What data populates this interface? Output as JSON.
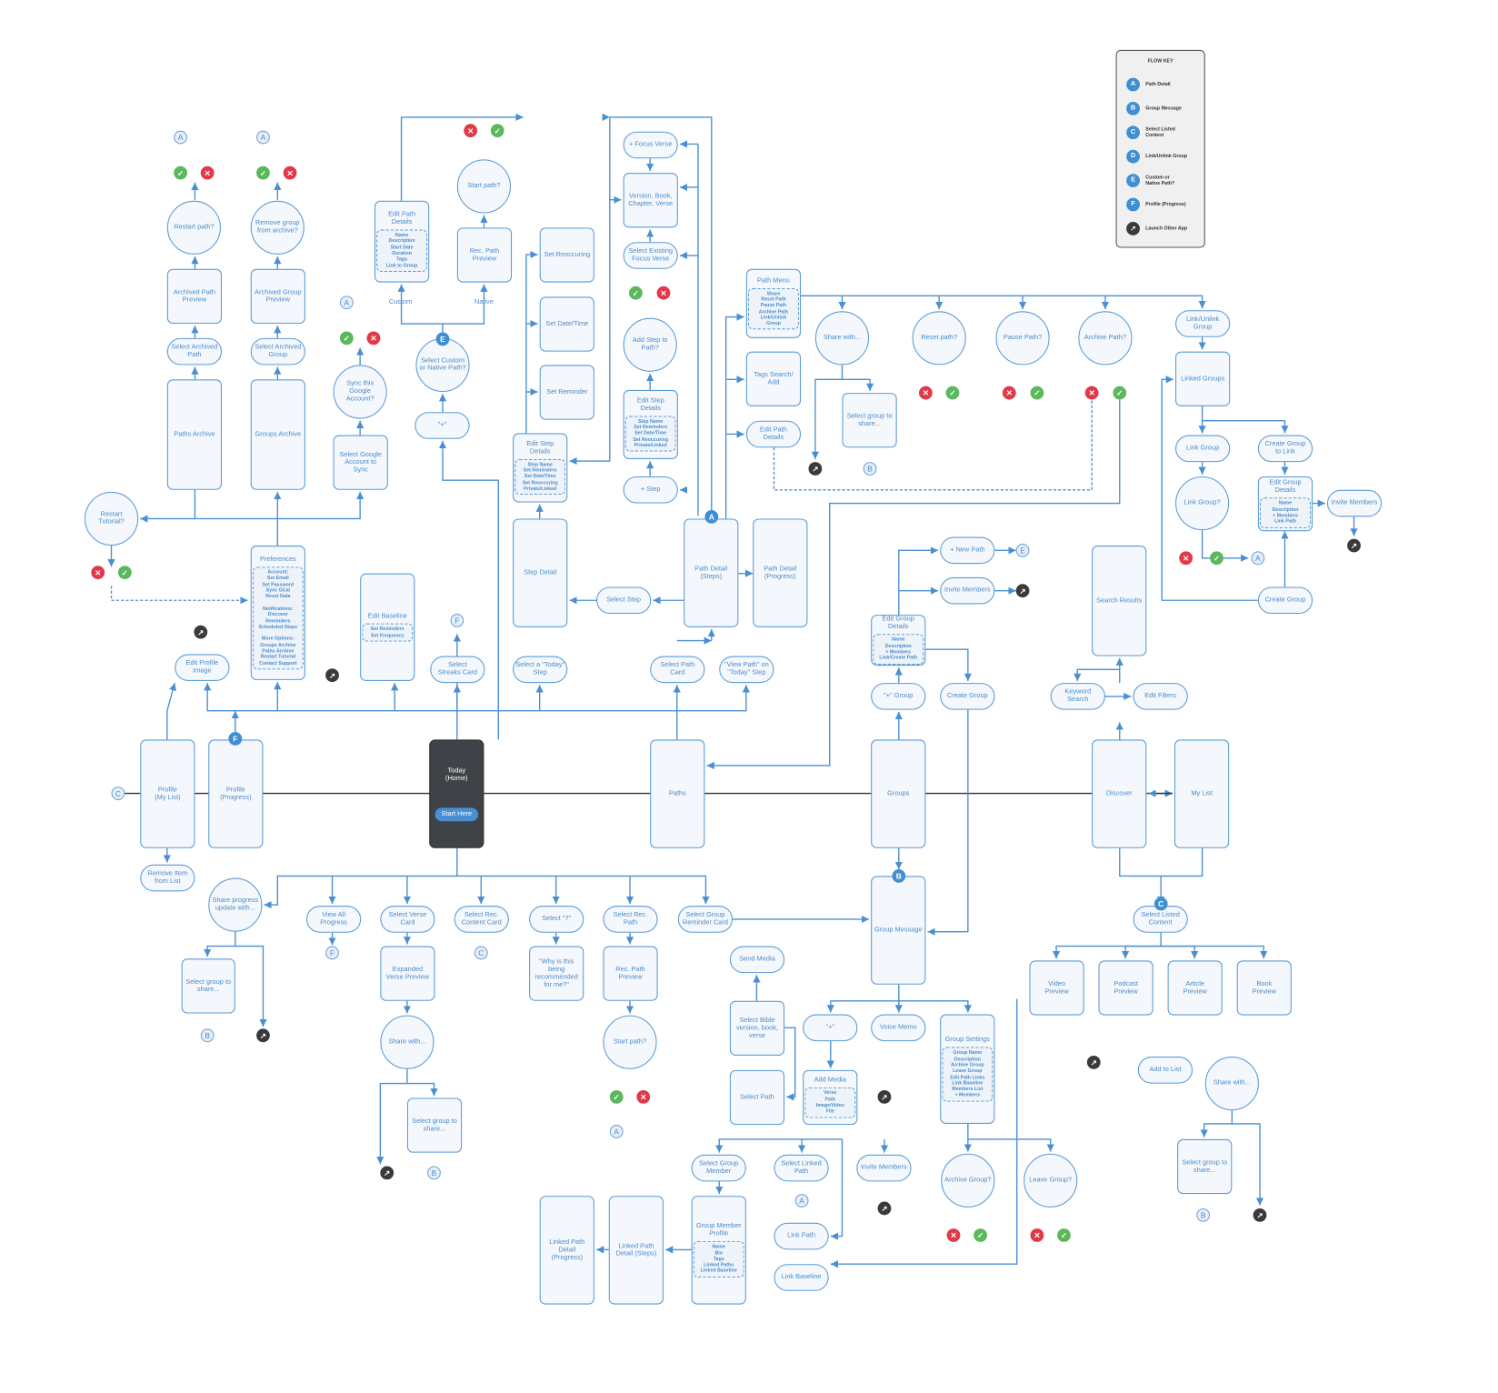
{
  "flow_key": {
    "title": "FLOW KEY",
    "items": [
      {
        "letter": "A",
        "label": "Path Detail"
      },
      {
        "letter": "B",
        "label": "Group Message"
      },
      {
        "letter": "C",
        "label": "Select Listed\nContent"
      },
      {
        "letter": "D",
        "label": "Link/Unlink Group"
      },
      {
        "letter": "E",
        "label": "Custom or\nNative Path?"
      },
      {
        "letter": "F",
        "label": "Profile (Progress)"
      },
      {
        "letter": "launch-icon",
        "label": "Launch Other App"
      }
    ]
  },
  "colors": {
    "accent": "#5b9bd5",
    "node_fill": "#f4f7fc",
    "home": "#3f4246",
    "yes": "#5cb85c",
    "no": "#e0394a"
  },
  "branch_labels": {
    "custom": "Custom",
    "native": "Native"
  },
  "home": {
    "label": "Today\n(Home)",
    "button": "Start Here"
  },
  "nodes": [
    {
      "id": "restart_path",
      "label": "Restart path?"
    },
    {
      "id": "archived_path_preview",
      "label": "Archived Path\nPreview"
    },
    {
      "id": "select_archived_path",
      "label": "Select Archived\nPath"
    },
    {
      "id": "paths_archive",
      "label": "Paths Archive"
    },
    {
      "id": "remove_group",
      "label": "Remove group\nfrom archive?"
    },
    {
      "id": "archived_group_preview",
      "label": "Archived Group\nPreview"
    },
    {
      "id": "select_archived_group",
      "label": "Select Archived\nGroup"
    },
    {
      "id": "groups_archive",
      "label": "Groups Archive"
    },
    {
      "id": "sync_google",
      "label": "Sync this\nGoogle\nAccount?"
    },
    {
      "id": "select_google",
      "label": "Select Google\nAccount to\nSync"
    },
    {
      "id": "restart_tutorial",
      "label": "Restart\nTutorial?"
    },
    {
      "id": "preferences",
      "label": "Preferences",
      "details": "Account:\nSet Email\nSet Password\nSync GCal\nReset Data\n\nNotifications:\nDiscover\nReminders\nScheduled Steps\n\nMore Options:\nGroups Archive\nPaths Archive\nRestart Tutorial\nContact Support"
    },
    {
      "id": "edit_baseline",
      "label": "Edit Baseline",
      "details": "Set Reminders\nSet Frequency"
    },
    {
      "id": "select_streaks",
      "label": "Select\nStreaks Card"
    },
    {
      "id": "edit_profile_image",
      "label": "Edit Profile\nImage"
    },
    {
      "id": "profile_mylist",
      "label": "Profile\n(My List)"
    },
    {
      "id": "profile_progress",
      "label": "Profile\n(Progress)"
    },
    {
      "id": "remove_item",
      "label": "Remove Item\nfrom List"
    },
    {
      "id": "share_progress",
      "label": "Share progress\nupdate with..."
    },
    {
      "id": "select_group_share1",
      "label": "Select group to\nshare..."
    },
    {
      "id": "view_all_progress",
      "label": "View All\nProgress"
    },
    {
      "id": "select_verse_card",
      "label": "Select Verse\nCard"
    },
    {
      "id": "expanded_verse",
      "label": "Expanded\nVerse Preview"
    },
    {
      "id": "share_with2",
      "label": "Share with..."
    },
    {
      "id": "select_group_share2",
      "label": "Select group to\nshare..."
    },
    {
      "id": "select_rec_content",
      "label": "Select Rec.\nContent Card"
    },
    {
      "id": "select_question",
      "label": "Select \"?\""
    },
    {
      "id": "why_recommended",
      "label": "\"Why is this\nbeing\nrecommended\nfor me?\""
    },
    {
      "id": "select_rec_path",
      "label": "Select Rec.\nPath"
    },
    {
      "id": "rec_path_preview2",
      "label": "Rec. Path\nPreview"
    },
    {
      "id": "start_path2",
      "label": "Start path?"
    },
    {
      "id": "select_group_reminder",
      "label": "Select Group\nReminder Card"
    },
    {
      "id": "edit_path_details",
      "label": "Edit Path\nDetails",
      "details": "Name\nDescription\nStart Date\nDuration\nTags\nLink to Group"
    },
    {
      "id": "start_path",
      "label": "Start path?"
    },
    {
      "id": "rec_path_preview",
      "label": "Rec. Path\nPreview"
    },
    {
      "id": "select_custom_native",
      "label": "Select Custom\nor Native Path?"
    },
    {
      "id": "plus_path",
      "label": "\"+\""
    },
    {
      "id": "set_reoccuring",
      "label": "Set Reoccuring"
    },
    {
      "id": "set_date_time",
      "label": "Set Date/Time"
    },
    {
      "id": "set_reminder",
      "label": "Set Reminder"
    },
    {
      "id": "edit_step_details1",
      "label": "Edit Step\nDetails",
      "details": "Step Name\nSet Reminders\nSet Date/Time\nSet Reoccuring\nPrivate/Linked"
    },
    {
      "id": "step_detail",
      "label": "Step Detail"
    },
    {
      "id": "select_today_step",
      "label": "Select a \"Today\"\nStep"
    },
    {
      "id": "select_step",
      "label": "Select Step"
    },
    {
      "id": "focus_verse",
      "label": "+ Focus Verse"
    },
    {
      "id": "version_book",
      "label": "Version, Book,\nChapter, Verse"
    },
    {
      "id": "select_existing_focus",
      "label": "Select Existing\nFocus Verse"
    },
    {
      "id": "add_step",
      "label": "Add Step to\nPath?"
    },
    {
      "id": "edit_step_details2",
      "label": "Edit Step\nDetails",
      "details": "Step Name\nSet Reminders\nSet Date/Time\nSet Reoccuring\nPrivate/Linked"
    },
    {
      "id": "plus_step",
      "label": "+ Step"
    },
    {
      "id": "path_detail_steps",
      "label": "Path Detail\n(Steps)"
    },
    {
      "id": "path_detail_progress",
      "label": "Path Detail\n(Progress)"
    },
    {
      "id": "select_path_card",
      "label": "Select Path\nCard"
    },
    {
      "id": "view_path_today",
      "label": "\"View Path\" on\n\"Today\" Step"
    },
    {
      "id": "path_menu",
      "label": "Path Menu",
      "details": "Share\nReset Path\nPause Path\nArchive Path\nLink/Unlink\nGroup"
    },
    {
      "id": "tags_search",
      "label": "Tags Search/\nAdd"
    },
    {
      "id": "edit_path_details2",
      "label": "Edit Path\nDetails"
    },
    {
      "id": "share_with3",
      "label": "Share with..."
    },
    {
      "id": "select_group_share3",
      "label": "Select group to\nshare..."
    },
    {
      "id": "reset_path",
      "label": "Reset path?"
    },
    {
      "id": "pause_path",
      "label": "Pause Path?"
    },
    {
      "id": "archive_path",
      "label": "Archive Path?"
    },
    {
      "id": "link_unlink",
      "label": "Link/Unlink\nGroup"
    },
    {
      "id": "linked_groups",
      "label": "Linked Groups"
    },
    {
      "id": "link_group",
      "label": "Link Group"
    },
    {
      "id": "link_group_q",
      "label": "Link Group?"
    },
    {
      "id": "create_group_link",
      "label": "Create Group\nto Link"
    },
    {
      "id": "edit_group_details2",
      "label": "Edit Group\nDetails",
      "details": "Name\nDescription\n+ Members\nLink Path"
    },
    {
      "id": "invite_members2",
      "label": "Invite Members"
    },
    {
      "id": "create_group2",
      "label": "Create Group"
    },
    {
      "id": "search_results",
      "label": "Search Results"
    },
    {
      "id": "keyword_search",
      "label": "Keyword\nSearch"
    },
    {
      "id": "edit_filters",
      "label": "Edit Filters"
    },
    {
      "id": "discover",
      "label": "Discover"
    },
    {
      "id": "my_list",
      "label": "My List"
    },
    {
      "id": "paths",
      "label": "Paths"
    },
    {
      "id": "groups",
      "label": "Groups"
    },
    {
      "id": "edit_group_details",
      "label": "Edit Group\nDetails",
      "details": "Name\nDescription\n+ Members\nLink/Create Path"
    },
    {
      "id": "new_path",
      "label": "+ New Path"
    },
    {
      "id": "invite_members",
      "label": "Invite Members"
    },
    {
      "id": "plus_group",
      "label": "\"+\" Group"
    },
    {
      "id": "create_group",
      "label": "Create Group"
    },
    {
      "id": "group_message",
      "label": "Group Message"
    },
    {
      "id": "send_media",
      "label": "Send Media"
    },
    {
      "id": "select_bible",
      "label": "Select Bible\nversion, book,\nverse"
    },
    {
      "id": "select_path",
      "label": "Select Path"
    },
    {
      "id": "plus_media",
      "label": "\"+\""
    },
    {
      "id": "add_media",
      "label": "Add Media",
      "details": "Verse\nPath\nImage/Video\nFile"
    },
    {
      "id": "voice_memo",
      "label": "Voice Memo"
    },
    {
      "id": "group_settings",
      "label": "Group Settings",
      "details": "Group Name\nDescription\nArchive Group\nLeave Group\nEdit Path Links\nLink Baseline\nMembers List\n+ Members"
    },
    {
      "id": "select_listed_content",
      "label": "Select Listed\nContent"
    },
    {
      "id": "video_preview",
      "label": "Video\nPreview"
    },
    {
      "id": "podcast_preview",
      "label": "Podcast\nPreview"
    },
    {
      "id": "article_preview",
      "label": "Article\nPreview"
    },
    {
      "id": "book_preview",
      "label": "Book\nPreview"
    },
    {
      "id": "add_to_list",
      "label": "Add to List"
    },
    {
      "id": "share_with4",
      "label": "Share with..."
    },
    {
      "id": "select_group_share4",
      "label": "Select group to\nshare..."
    },
    {
      "id": "select_group_member",
      "label": "Select Group\nMember"
    },
    {
      "id": "group_member_profile",
      "label": "Group Member\nProfile",
      "details": "Name\nBio\nTags\nLinked Paths\nLinked Baseline"
    },
    {
      "id": "linked_path_steps",
      "label": "Linked Path\nDetail (Steps)"
    },
    {
      "id": "linked_path_progress",
      "label": "Linked Path\nDetail\n(Progress)"
    },
    {
      "id": "select_linked_path",
      "label": "Select Linked\nPath"
    },
    {
      "id": "invite_members3",
      "label": "Invite Members"
    },
    {
      "id": "link_path",
      "label": "Link Path"
    },
    {
      "id": "link_baseline",
      "label": "Link Baseline"
    },
    {
      "id": "archive_group",
      "label": "Archive Group?"
    },
    {
      "id": "leave_group",
      "label": "Leave Group?"
    }
  ]
}
